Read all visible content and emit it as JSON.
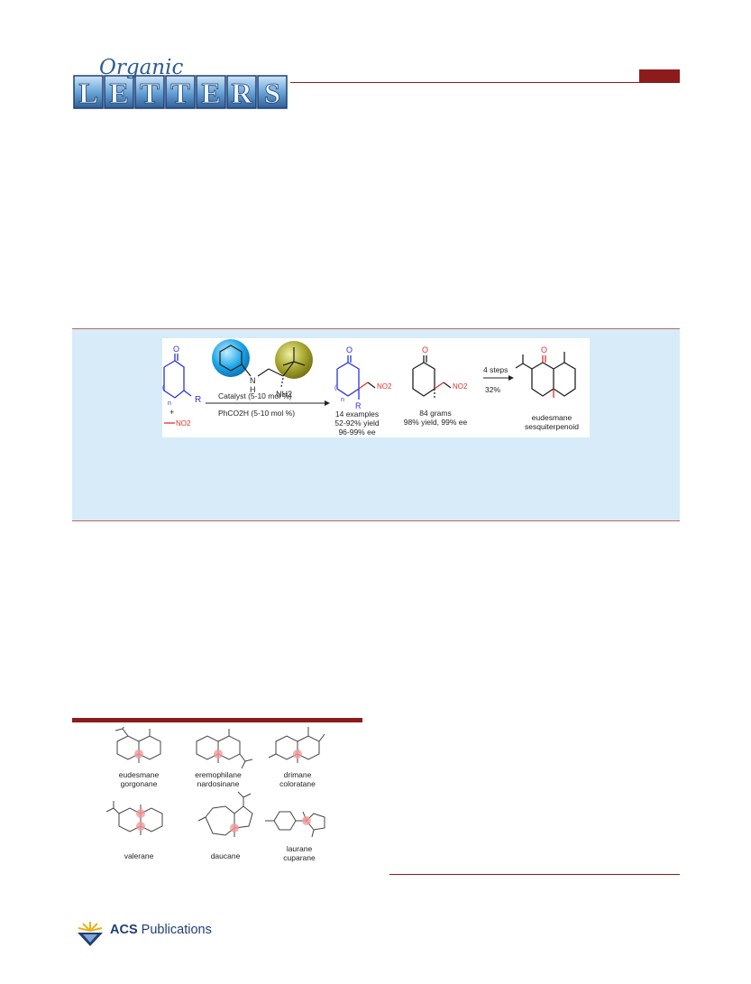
{
  "journal": {
    "script_word": "Organic",
    "letters": [
      "L",
      "E",
      "T",
      "T",
      "E",
      "R",
      "S"
    ]
  },
  "scheme": {
    "n_label": "n",
    "r_label": "R",
    "plus": "+",
    "nitro_reagent": "NO2",
    "catalyst_n": "N",
    "catalyst_h": "H",
    "catalyst_nh2": "NH2",
    "catalyst_line": "Catalyst (5-10 mol %)",
    "acid_line": "PhCO2H (5-10 mol %)",
    "product_nitro": "NO2",
    "product_examples": "14 examples",
    "product_yield": "52-92% yield",
    "product_ee": "96-99% ee",
    "gram_nitro": "NO2",
    "gram_amount": "84 grams",
    "gram_yield": "98% yield, 99% ee",
    "steps_label": "4 steps",
    "steps_yield": "32%",
    "final_name_1": "eudesmane",
    "final_name_2": "sesquiterpenoid"
  },
  "figure": {
    "labels": [
      {
        "line1": "eudesmane",
        "line2": "gorgonane"
      },
      {
        "line1": "eremophilane",
        "line2": "nardosinane"
      },
      {
        "line1": "drimane",
        "line2": "coloratane"
      },
      {
        "line1": "valerane",
        "line2": ""
      },
      {
        "line1": "daucane",
        "line2": ""
      },
      {
        "line1": "laurane",
        "line2": "cuparane"
      }
    ]
  },
  "footer": {
    "brand_strong": "ACS",
    "brand_rest": " Publications"
  },
  "colors": {
    "accent": "#8e1b1b",
    "panel": "#d7ecf8",
    "blue": "#2a35d8",
    "red": "#e0302a",
    "footer_blue": "#1f3f74"
  }
}
